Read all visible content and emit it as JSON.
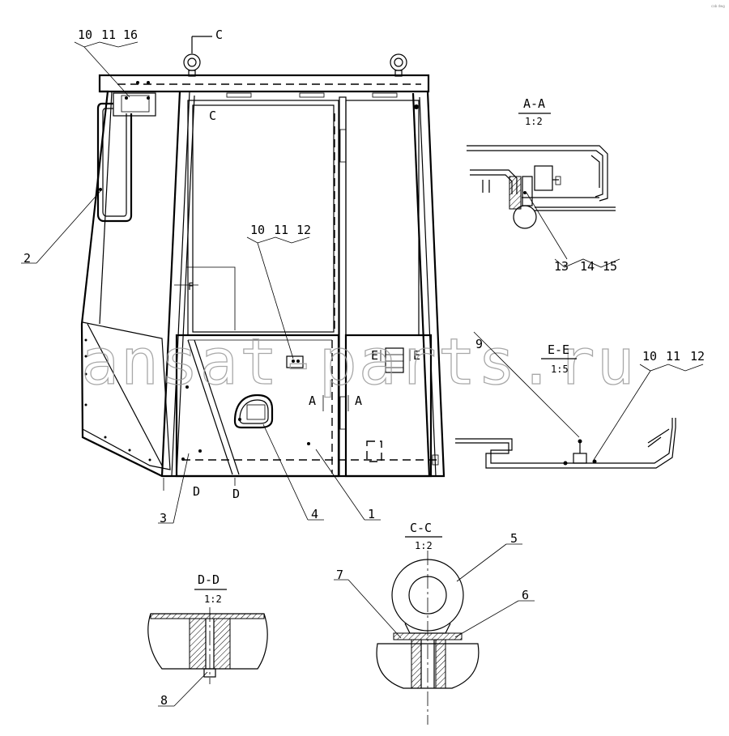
{
  "corner_mark": "cab dwg",
  "watermark": "ansat-parts.ru",
  "views": {
    "aa": {
      "title": "A-A",
      "scale": "1:2"
    },
    "ee": {
      "title": "E-E",
      "scale": "1:5"
    },
    "cc": {
      "title": "C-C",
      "scale": "1:2"
    },
    "dd": {
      "title": "D-D",
      "scale": "1:2"
    }
  },
  "section_marks": {
    "c_top": "C",
    "c_inner": "C",
    "a_left": "A",
    "a_right": "A",
    "e_left": "E",
    "e_right": "E",
    "d_left": "D",
    "d_right": "D"
  },
  "callouts": {
    "top_left": [
      "10",
      "11",
      "16"
    ],
    "center": [
      "10",
      "11",
      "12"
    ],
    "aa_group": [
      "13",
      "14",
      "15"
    ],
    "ee_group": [
      "10",
      "11",
      "12"
    ],
    "ee_single": "9",
    "p1": "1",
    "p2": "2",
    "p3": "3",
    "p4": "4",
    "p5": "5",
    "p6": "6",
    "p7": "7",
    "p8": "8"
  }
}
